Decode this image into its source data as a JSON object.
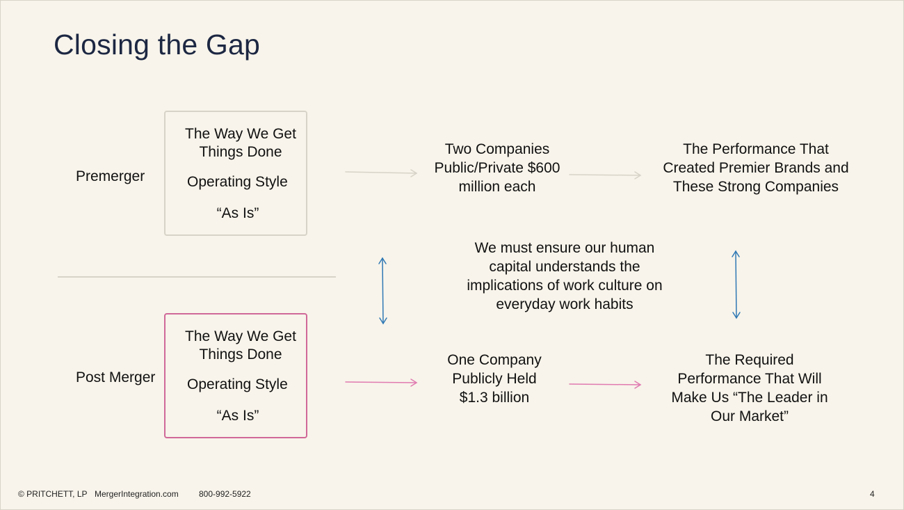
{
  "title": "Closing the Gap",
  "rows": {
    "premerger": {
      "label": "Premerger",
      "box": {
        "line1": "The Way We Get Things Done",
        "line2": "Operating Style",
        "line3": "“As Is”"
      },
      "middle": "Two Companies Public/Private $600 million each",
      "result": "The Performance That Created Premier Brands and These Strong Companies"
    },
    "postmerger": {
      "label": "Post Merger",
      "box": {
        "line1": "The Way We Get Things Done",
        "line2": "Operating Style",
        "line3": "“As Is”"
      },
      "middle": "One Company Publicly Held $1.3 billion",
      "result": "The Required Performance That Will Make Us “The Leader in Our Market”"
    }
  },
  "gap_statement": "We must ensure our human capital understands the implications of work culture on everyday work habits",
  "footer": {
    "copyright": "© PRITCHETT, LP",
    "website": "MergerIntegration.com",
    "phone": "800-992-5922",
    "page_number": "4"
  },
  "colors": {
    "background": "#f8f4eb",
    "title": "#1c2742",
    "premerger_accent": "#d8d3c8",
    "postmerger_accent": "#d06898",
    "vertical_arrows": "#2f78b4"
  }
}
